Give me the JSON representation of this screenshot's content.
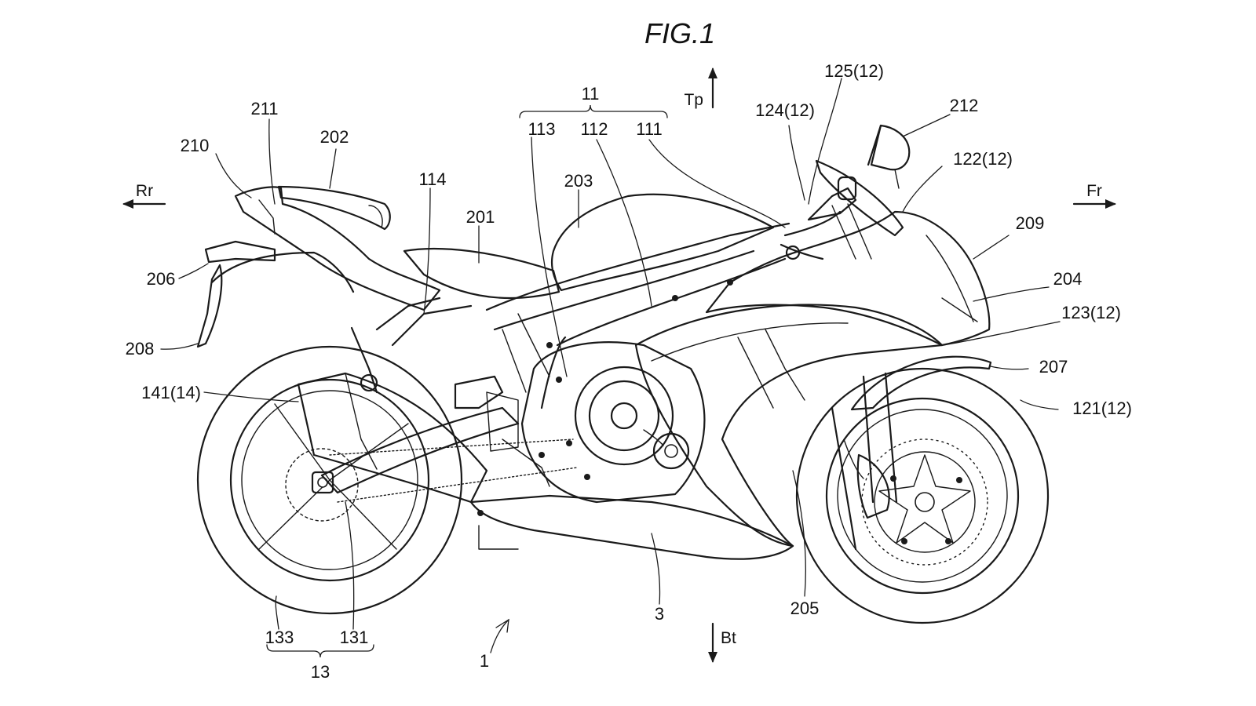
{
  "figure": {
    "title": "FIG.1",
    "directions": {
      "rear": "Rr",
      "front": "Fr",
      "top": "Tp",
      "bottom": "Bt"
    },
    "labels": {
      "l11": "11",
      "l113": "113",
      "l112": "112",
      "l111": "111",
      "l211": "211",
      "l202": "202",
      "l210": "210",
      "l114": "114",
      "l203": "203",
      "l201": "201",
      "l206": "206",
      "l208": "208",
      "l141": "141(14)",
      "l125": "125(12)",
      "l124": "124(12)",
      "l212": "212",
      "l122": "122(12)",
      "l209": "209",
      "l204": "204",
      "l123": "123(12)",
      "l207": "207",
      "l121": "121(12)",
      "l205": "205",
      "l3": "3",
      "l1": "1",
      "l133": "133",
      "l131": "131",
      "l13": "13"
    }
  }
}
